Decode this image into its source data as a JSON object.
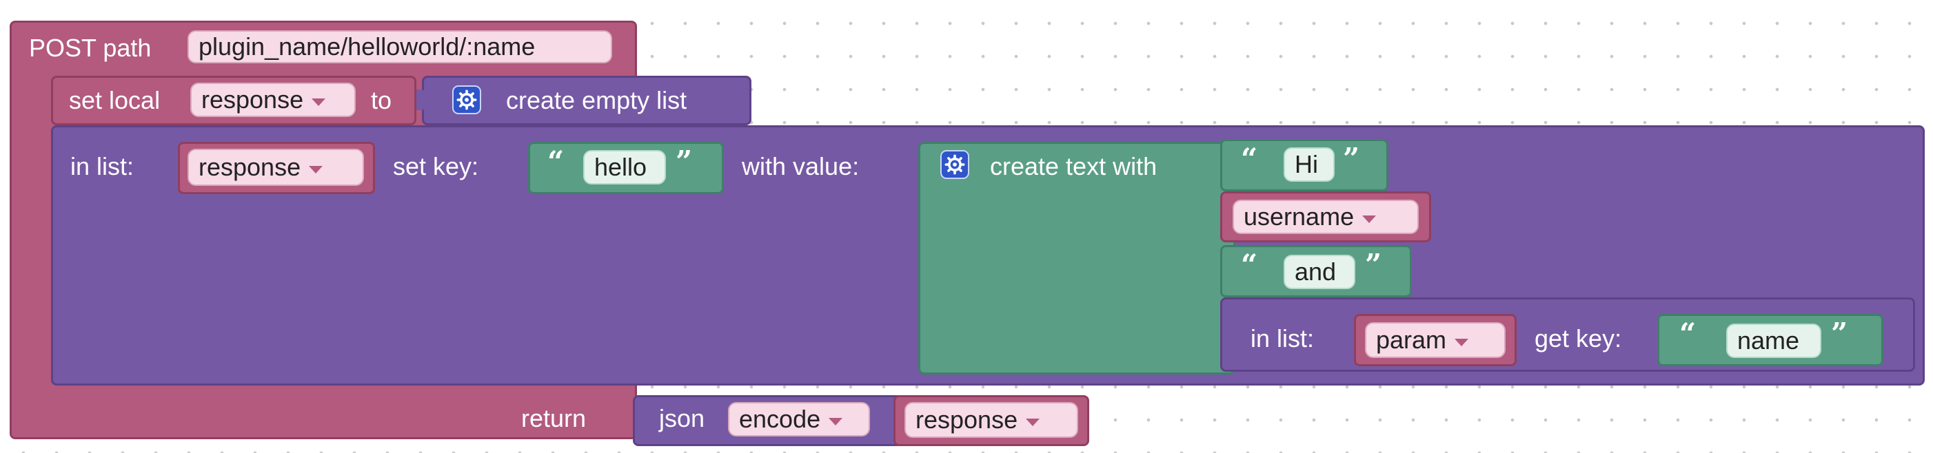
{
  "route_block": {
    "method_label": "POST path",
    "path_value": "plugin_name/helloworld/:name"
  },
  "set_local_block": {
    "label_prefix": "set local",
    "variable": "response",
    "label_to": "to",
    "create_label": "create empty list"
  },
  "set_key_block": {
    "in_list_label": "in list:",
    "list_variable": "response",
    "set_key_label": "set key:",
    "key_text": "hello",
    "with_value_label": "with value:"
  },
  "create_text_block": {
    "label": "create text with",
    "text_hi": "Hi",
    "username_variable": "username",
    "text_and": "and"
  },
  "get_key_block": {
    "in_list_label": "in list:",
    "list_variable": "param",
    "get_key_label": "get key:",
    "key_text": "name"
  },
  "return_block": {
    "label": "return",
    "json_label": "json",
    "json_action": "encode",
    "variable": "response"
  },
  "quote_open": "“",
  "quote_close": "”",
  "colors": {
    "procedure_block": "#b35a7e",
    "list_block": "#7659a4",
    "text_block": "#5a9e86",
    "mutator_icon": "#2f55c9"
  },
  "icons": {
    "mutator": "gear-icon",
    "dropdown": "chevron-down-icon"
  }
}
